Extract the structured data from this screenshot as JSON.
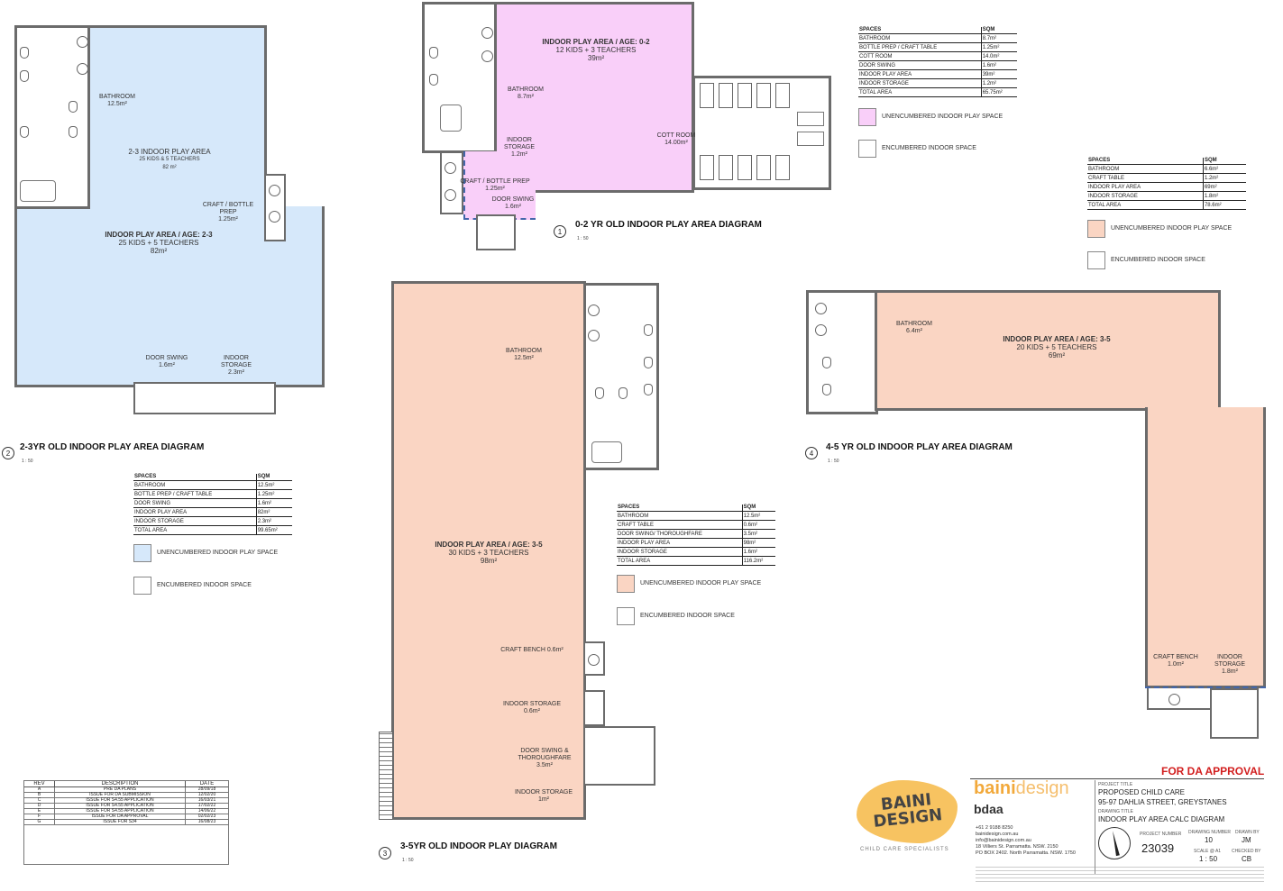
{
  "diagrams": {
    "d1": {
      "number": "1",
      "title": "0-2 YR OLD INDOOR PLAY AREA DIAGRAM",
      "scale": "1 : 50",
      "main": {
        "t": "INDOOR PLAY AREA / AGE: 0-2",
        "s1": "12 KIDS + 3 TEACHERS",
        "s2": "39m²"
      },
      "bathroom": {
        "t": "BATHROOM",
        "s": "8.7m²"
      },
      "storage": {
        "t": "INDOOR",
        "t2": "STORAGE",
        "s": "1.2m²"
      },
      "craft": {
        "t": "CRAFT / BOTTLE PREP",
        "s": "1.25m²"
      },
      "door": {
        "t": "DOOR SWING",
        "s": "1.6m²"
      },
      "cot": {
        "t": "COTT ROOM",
        "s": "14.00m²"
      }
    },
    "d2": {
      "number": "2",
      "title": "2-3YR OLD INDOOR PLAY AREA DIAGRAM",
      "scale": "1 : 50",
      "upper": {
        "t": "2-3 INDOOR PLAY AREA",
        "s1": "25 KIDS & 5 TEACHERS",
        "s2": "82 m²"
      },
      "main": {
        "t": "INDOOR PLAY AREA / AGE: 2-3",
        "s1": "25 KIDS + 5 TEACHERS",
        "s2": "82m²"
      },
      "bathroom": {
        "t": "BATHROOM",
        "s": "12.5m²"
      },
      "craft": {
        "t": "CRAFT / BOTTLE",
        "t2": "PREP",
        "s": "1.25m²"
      },
      "door": {
        "t": "DOOR SWING",
        "s": "1.6m²"
      },
      "storage": {
        "t": "INDOOR",
        "t2": "STORAGE",
        "s": "2.3m²"
      }
    },
    "d3": {
      "number": "3",
      "title": "3-5YR OLD INDOOR PLAY DIAGRAM",
      "scale": "1 : 50",
      "main": {
        "t": "INDOOR PLAY AREA / AGE: 3-5",
        "s1": "30 KIDS + 3 TEACHERS",
        "s2": "98m²"
      },
      "bathroom": {
        "t": "BATHROOM",
        "s": "12.5m²"
      },
      "craft": {
        "t": "CRAFT BENCH 0.6m²"
      },
      "storage1": {
        "t": "INDOOR STORAGE",
        "s": "0.6m²"
      },
      "door": {
        "t": "DOOR SWING &",
        "t2": "THOROUGHFARE",
        "s": "3.5m²"
      },
      "storage2": {
        "t": "INDOOR STORAGE",
        "s": "1m²"
      }
    },
    "d4": {
      "number": "4",
      "title": "4-5 YR OLD INDOOR PLAY AREA DIAGRAM",
      "scale": "1 : 50",
      "main": {
        "t": "INDOOR PLAY AREA / AGE: 3-5",
        "s1": "20 KIDS + 5 TEACHERS",
        "s2": "69m²"
      },
      "bathroom": {
        "t": "BATHROOM",
        "s": "6.4m²"
      },
      "craft": {
        "t": "CRAFT BENCH",
        "s": "1.0m²"
      },
      "storage": {
        "t": "INDOOR",
        "t2": "STORAGE",
        "s": "1.8m²"
      }
    }
  },
  "tables": {
    "t1": {
      "h1": "SPACES",
      "h2": "SQM",
      "rows": [
        [
          "BATHROOM",
          "8.7m²"
        ],
        [
          "BOTTLE PREP / CRAFT TABLE",
          "1.25m²"
        ],
        [
          "COTT ROOM",
          "14.0m²"
        ],
        [
          "DOOR SWING",
          "1.6m²"
        ],
        [
          "INDOOR PLAY AREA",
          "39m²"
        ],
        [
          "INDOOR STORAGE",
          "1.2m²"
        ],
        [
          "TOTAL AREA",
          "65.75m²"
        ]
      ]
    },
    "t2": {
      "h1": "SPACES",
      "h2": "SQM",
      "rows": [
        [
          "BATHROOM",
          "12.5m²"
        ],
        [
          "BOTTLE PREP / CRAFT TABLE",
          "1.25m²"
        ],
        [
          "DOOR SWING",
          "1.6m²"
        ],
        [
          "INDOOR PLAY AREA",
          "82m²"
        ],
        [
          "INDOOR STORAGE",
          "2.3m²"
        ],
        [
          "TOTAL AREA",
          "99.65m²"
        ]
      ]
    },
    "t3": {
      "h1": "SPACES",
      "h2": "SQM",
      "rows": [
        [
          "BATHROOM",
          "12.5m²"
        ],
        [
          "CRAFT TABLE",
          "0.6m²"
        ],
        [
          "DOOR SWING/ THOROUGHFARE",
          "3.5m²"
        ],
        [
          "INDOOR PLAY AREA",
          "98m²"
        ],
        [
          "INDOOR STORAGE",
          "1.6m²"
        ],
        [
          "TOTAL AREA",
          "116.2m²"
        ]
      ]
    },
    "t4": {
      "h1": "SPACES",
      "h2": "SQM",
      "rows": [
        [
          "BATHROOM",
          "6.6m²"
        ],
        [
          "CRAFT TABLE",
          "1.2m²"
        ],
        [
          "INDOOR PLAY AREA",
          "69m²"
        ],
        [
          "INDOOR STORAGE",
          "1.8m²"
        ],
        [
          "TOTAL AREA",
          "78.6m²"
        ]
      ]
    }
  },
  "legend": {
    "unencumbered": "UNENCUMBERED INDOOR PLAY SPACE",
    "encumbered": "ENCUMBERED INDOOR  SPACE"
  },
  "colors": {
    "blue": "#d6e8fa",
    "pink": "#f9cff9",
    "peach": "#fad5c3",
    "approval_red": "#d21e1e"
  },
  "revisions": {
    "headers": [
      "REV",
      "DESCRIPTION",
      "DATE"
    ],
    "rows": [
      [
        "A",
        "PRE DA PLANS",
        "28/09/18"
      ],
      [
        "B",
        "ISSUE FOR DA SUBMISSION",
        "12/02/20"
      ],
      [
        "C",
        "ISSUE FOR S4.55 APPLICATION",
        "16/03/21"
      ],
      [
        "D",
        "ISSUE FOR S4.55 APPLICATION",
        "17/02/22"
      ],
      [
        "E",
        "ISSUE FOR S4.55 APPLICATION",
        "14/06/22"
      ],
      [
        "F",
        "ISSUE FOR DA APPROVAL",
        "02/02/23"
      ],
      [
        "G",
        "ISSUE FOR S34",
        "16/08/23"
      ]
    ]
  },
  "titleblock": {
    "approval": "FOR DA APPROVAL",
    "logo_line1": "BAINI",
    "logo_line2": "DESIGN",
    "logo_tag": "CHILD CARE SPECIALISTS",
    "brand1": "baini",
    "brand2": "design",
    "brand_sub": "bdaa",
    "contact": [
      "+61 2 9188 8250",
      "bainidesign.com.au",
      "info@bainidesign.com.au",
      "18 Villiers St. Parramatta. NSW. 2150",
      "PO BOX 2402. North Parramatta. NSW. 1750"
    ],
    "project_title_label": "PROJECT TITLE",
    "project_title": "PROPOSED CHILD CARE",
    "address": "95-97 DAHLIA STREET, GREYSTANES",
    "drawing_title_label": "DRAWING TITLE",
    "drawing_title": "INDOOR PLAY AREA CALC DIAGRAM",
    "project_number_label": "PROJECT NUMBER",
    "project_number": "23039",
    "drawing_number_label": "DRAWING NUMBER",
    "drawing_number": "10",
    "drawn_by_label": "DRAWN BY",
    "drawn_by": "JM",
    "scale_label": "SCALE @ A1",
    "scale": "1 : 50",
    "checked_by_label": "CHECKED BY",
    "checked_by": "CB"
  }
}
